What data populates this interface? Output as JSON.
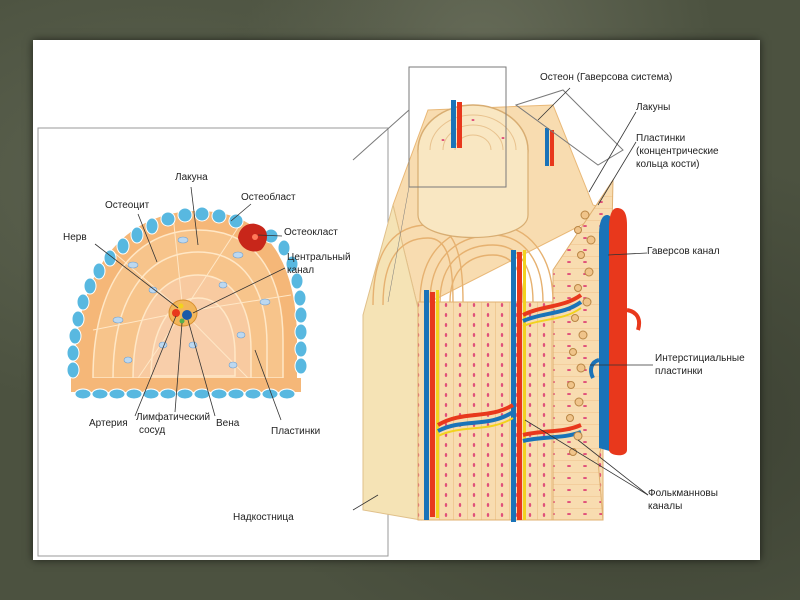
{
  "labels": {
    "lacuna_left": "Лакуна",
    "osteoblast": "Остеобласт",
    "osteocyte": "Остеоцит",
    "osteoclast": "Остеокласт",
    "nerve": "Нерв",
    "central_canal_1": "Центральный",
    "central_canal_2": "канал",
    "artery": "Артерия",
    "lymph_1": "Лимфатический",
    "lymph_2": "сосуд",
    "vein": "Вена",
    "lamellae_left": "Пластинки",
    "periosteum": "Надкостница",
    "osteon": "Остеон (Гаверсова система)",
    "lacunae": "Лакуны",
    "lamellae_1": "Пластинки",
    "lamellae_2": "(концентрические",
    "lamellae_3": "кольца кости)",
    "haversian_canal": "Гаверсов канал",
    "interstitial_1": "Интерстициальные",
    "interstitial_2": "пластинки",
    "volkmann_1": "Фолькманновы",
    "volkmann_2": "каналы"
  },
  "colors": {
    "bone": "#f8dcb0",
    "bone_dark": "#e9b877",
    "osteon_face": "#f9e7c2",
    "artery": "#e8381c",
    "vein": "#1a73b8",
    "nerve": "#f2d21e",
    "periosteum_cell": "#58b8e0",
    "osteoclast": "#c8261a"
  }
}
